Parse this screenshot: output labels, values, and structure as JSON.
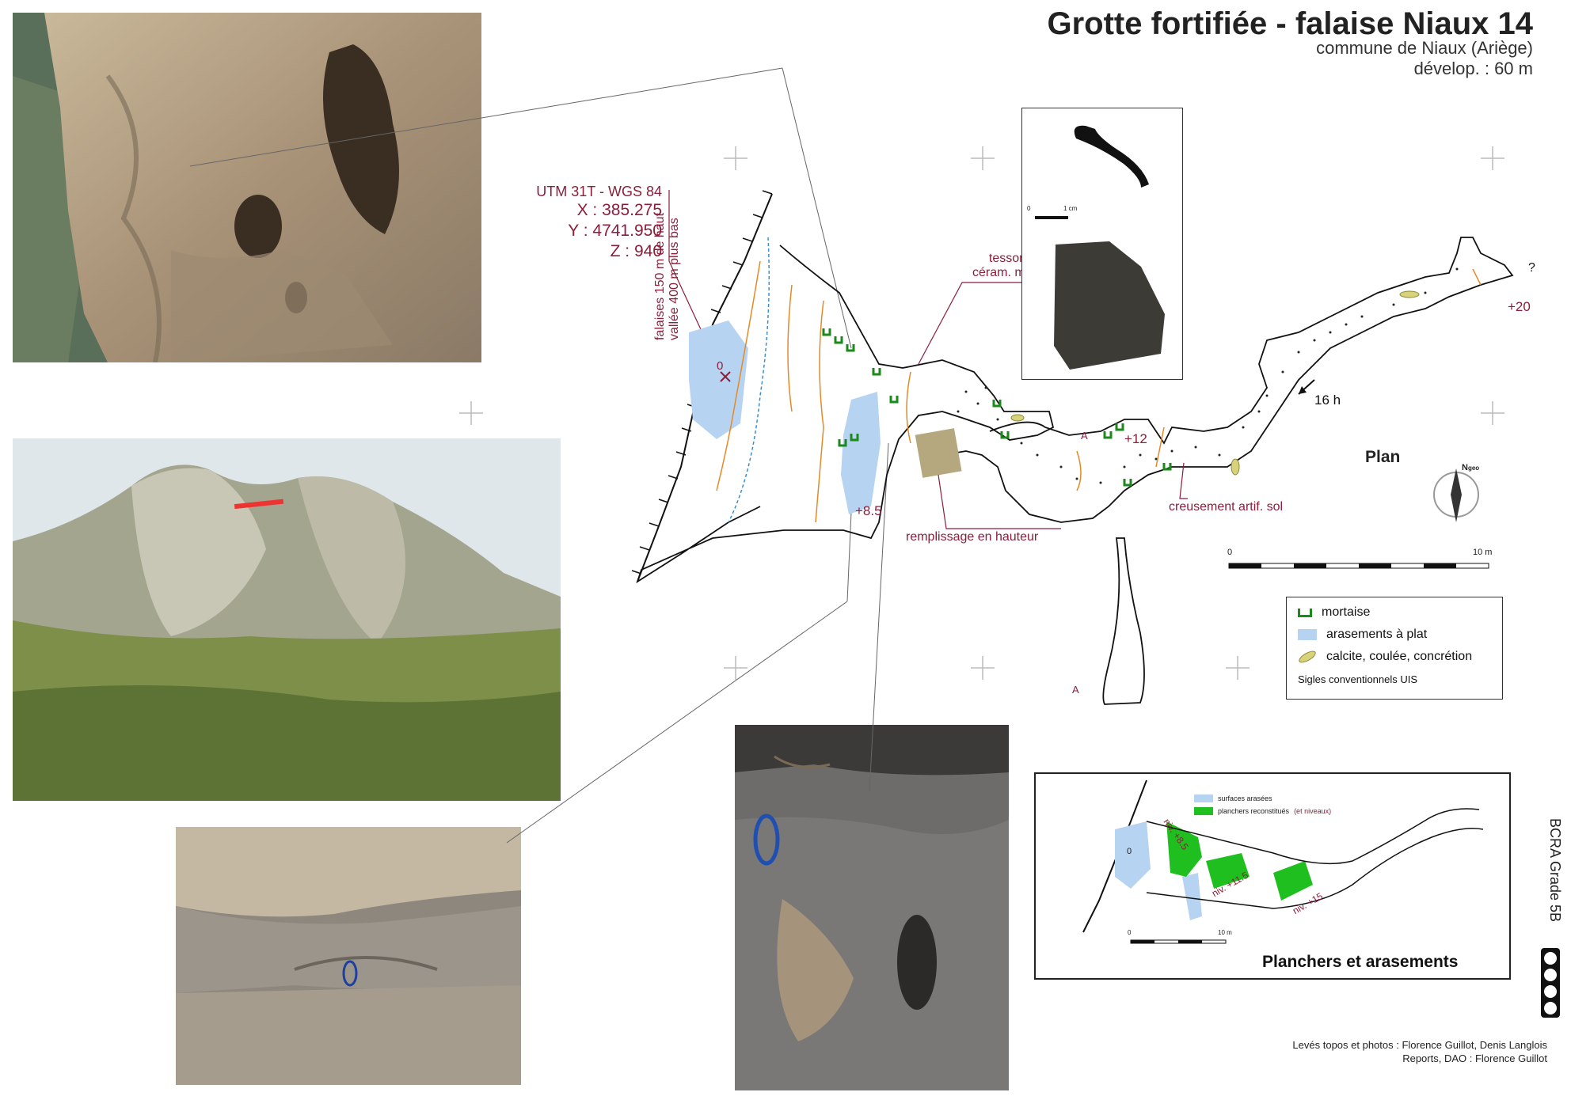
{
  "header": {
    "title": "Grotte fortifiée - falaise Niaux 14",
    "commune": "commune de Niaux (Ariège)",
    "develop": "dévelop. : 60 m"
  },
  "coordinates": {
    "system": "UTM 31T - WGS 84",
    "x": "X : 385.275",
    "y": "Y : 4741.950",
    "z": "Z : 940"
  },
  "plan": {
    "title": "Plan",
    "north_label": "N",
    "north_sub": "geo",
    "cliff_note_1": "falaises 150 m de haut",
    "cliff_note_2": "vallée 400 m plus bas",
    "zero_marker": "0",
    "level_85": "+8.5",
    "level_12": "+12",
    "level_20": "+20",
    "question": "?",
    "direction": "16 h",
    "section_marker": "A",
    "section_marker_b": "A",
    "tesson_1": "tesson",
    "tesson_2": "céram. méd.",
    "remplissage": "remplissage en hauteur",
    "creusement": "creusement artif. sol",
    "scale_start": "0",
    "scale_end": "10 m"
  },
  "artifact": {
    "scale_start": "0",
    "scale_end": "1 cm"
  },
  "legend": {
    "items": [
      {
        "label": "mortaise",
        "color": "#1a8a1a"
      },
      {
        "label": "arasements à plat",
        "color": "#b7d3f2"
      },
      {
        "label": "calcite, coulée, concrétion",
        "color": "#d8d27a"
      }
    ],
    "note": "Sigles conventionnels UIS"
  },
  "inset": {
    "title": "Planchers et arasements",
    "legend_1": "surfaces arasées",
    "legend_2": "planchers reconstitués",
    "legend_2b": "(et niveaux)",
    "zero": "0",
    "niv_85": "niv. +8.5",
    "niv_115": "niv. +11.5",
    "niv_15": "niv. +15",
    "scale_start": "0",
    "scale_end": "10 m",
    "color_blue": "#b7d3f2",
    "color_green": "#1fbf1f"
  },
  "grade": "BCRA Grade 5B",
  "license": "cc by nc sa",
  "credits": {
    "line1": "Levés topos et photos : Florence Guillot, Denis Langlois",
    "line2": "Reports, DAO : Florence Guillot"
  },
  "photos": [
    {
      "name": "cave-entrance-photo",
      "icon": "cliff-cave"
    },
    {
      "name": "mountain-view-photo",
      "icon": "mountain"
    },
    {
      "name": "rock-ledge-photo",
      "icon": "rock-carabiner"
    },
    {
      "name": "rock-floor-photo",
      "icon": "rock-carabiner"
    }
  ]
}
